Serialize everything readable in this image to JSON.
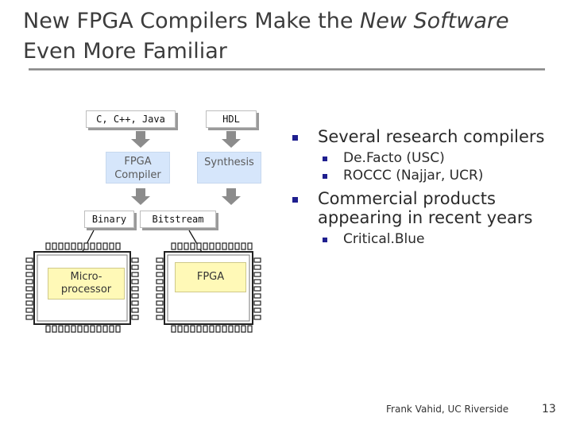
{
  "slide": {
    "title_plain": "New FPGA Compilers Make the ",
    "title_italic": "New Software",
    "title_line2": "Even More Familiar"
  },
  "diagram": {
    "source_language": "C, C++, Java",
    "hdl": "HDL",
    "fpga_compiler": "FPGA Compiler",
    "synthesis": "Synthesis",
    "binary": "Binary",
    "bitstream": "Bitstream",
    "microprocessor": "Micro-\nprocessor",
    "fpga": "FPGA"
  },
  "bullets": [
    {
      "text": "Several research compilers",
      "sub": [
        "De.Facto (USC)",
        "ROCCC (Najjar, UCR)"
      ]
    },
    {
      "text": "Commercial products appearing in recent years",
      "sub": [
        "Critical.Blue"
      ]
    }
  ],
  "footer": {
    "author": "Frank Vahid, UC Riverside",
    "page": "13"
  },
  "colors": {
    "bullet": "#1f1f8f",
    "compiler_box": "#d6e6fb",
    "chip_label": "#fff9b7"
  }
}
